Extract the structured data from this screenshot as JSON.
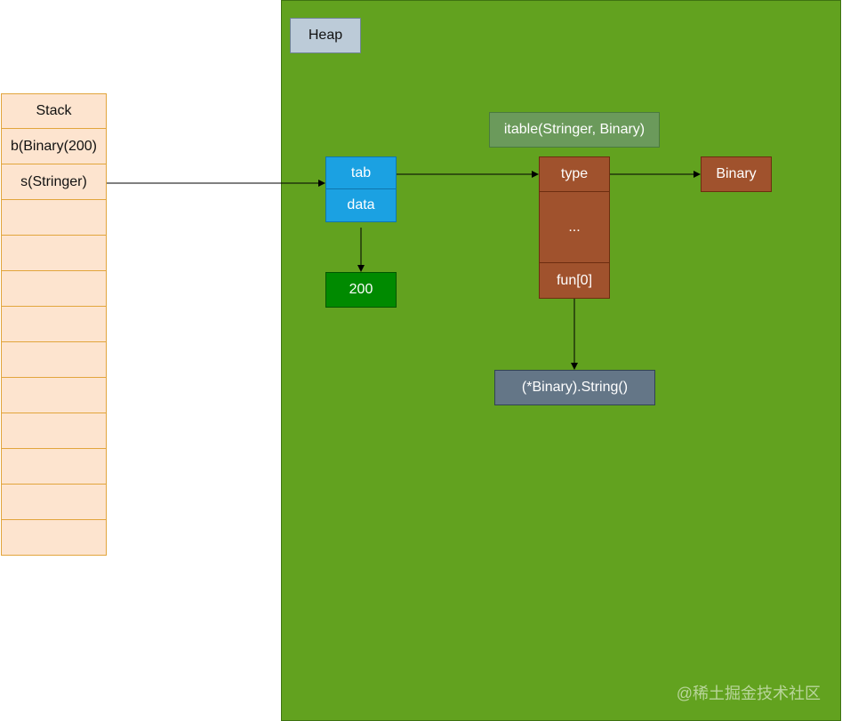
{
  "stack": {
    "cells": [
      "Stack",
      "b(Binary(200)",
      "s(Stringer)",
      "",
      "",
      "",
      "",
      "",
      "",
      "",
      "",
      "",
      ""
    ]
  },
  "heap": {
    "label": "Heap",
    "itab_title": "itable(Stringer, Binary)",
    "iface": {
      "tab": "tab",
      "data": "data"
    },
    "value": "200",
    "itab": {
      "type": "type",
      "dots": "...",
      "fun": "fun[0]"
    },
    "type_name": "Binary",
    "method": "(*Binary).String()"
  },
  "watermark": "@稀土掘金技术社区",
  "colors": {
    "stack_fill": "#fde4cf",
    "stack_border": "#e2a53c",
    "heap_fill": "#62a21f",
    "iface_fill": "#1ba1e2",
    "value_fill": "#008a00",
    "itab_fill": "#a0522d",
    "method_fill": "#647687",
    "heap_label_fill": "#bccbd8"
  }
}
